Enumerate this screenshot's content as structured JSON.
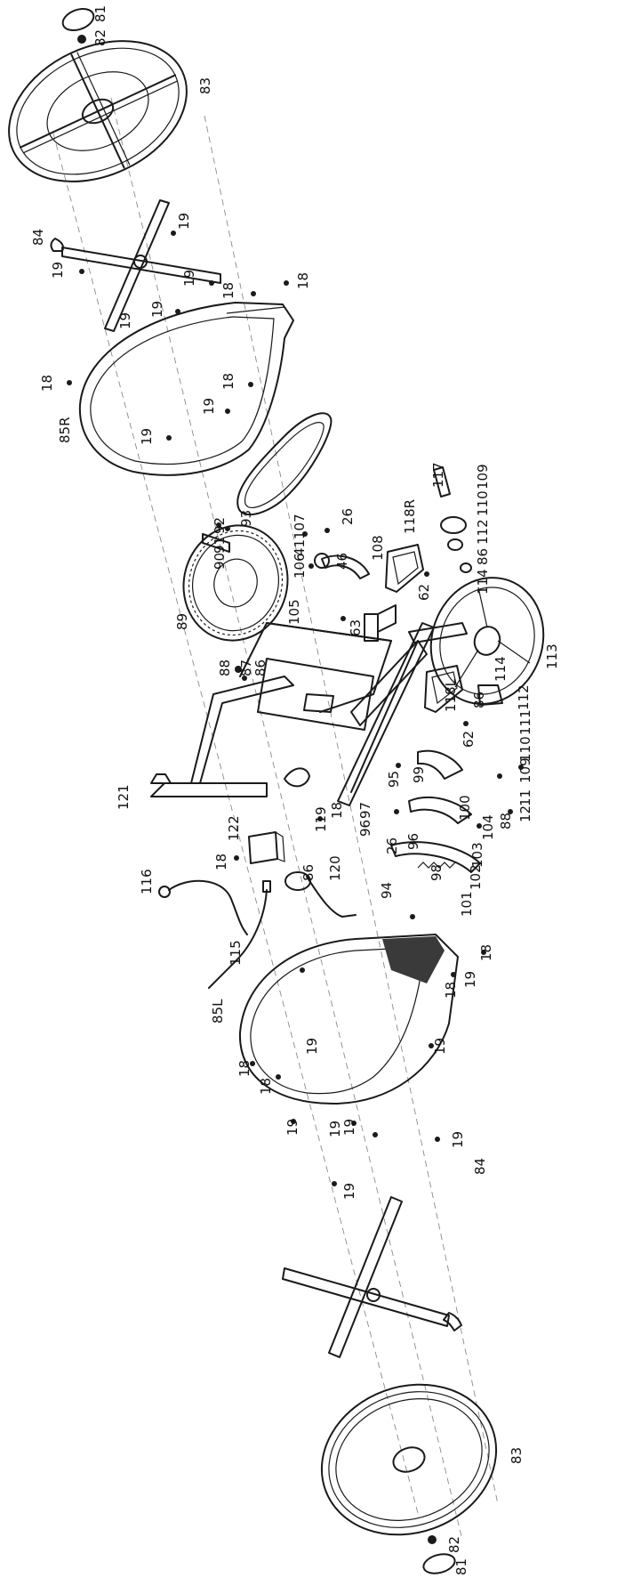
{
  "diagram": {
    "callouts": [
      {
        "id": "c01",
        "text": "81"
      },
      {
        "id": "c02",
        "text": "82"
      },
      {
        "id": "c03",
        "text": "83"
      },
      {
        "id": "c04",
        "text": "84"
      },
      {
        "id": "c05",
        "text": "19"
      },
      {
        "id": "c06",
        "text": "19"
      },
      {
        "id": "c07",
        "text": "19"
      },
      {
        "id": "c08",
        "text": "19"
      },
      {
        "id": "c09",
        "text": "18"
      },
      {
        "id": "c10",
        "text": "18"
      },
      {
        "id": "c11",
        "text": "19"
      },
      {
        "id": "c12",
        "text": "18"
      },
      {
        "id": "c13",
        "text": "18"
      },
      {
        "id": "c14",
        "text": "85R"
      },
      {
        "id": "c15",
        "text": "19"
      },
      {
        "id": "c16",
        "text": "19"
      },
      {
        "id": "c17",
        "text": "93"
      },
      {
        "id": "c18",
        "text": "117"
      },
      {
        "id": "c19",
        "text": "109"
      },
      {
        "id": "c20",
        "text": "110"
      },
      {
        "id": "c21",
        "text": "112"
      },
      {
        "id": "c22",
        "text": "86"
      },
      {
        "id": "c23",
        "text": "114"
      },
      {
        "id": "c24",
        "text": "113"
      },
      {
        "id": "c25",
        "text": "92"
      },
      {
        "id": "c26",
        "text": "91"
      },
      {
        "id": "c27",
        "text": "90"
      },
      {
        "id": "c28",
        "text": "107"
      },
      {
        "id": "c29",
        "text": "41"
      },
      {
        "id": "c30",
        "text": "106"
      },
      {
        "id": "c31",
        "text": "26"
      },
      {
        "id": "c32",
        "text": "46"
      },
      {
        "id": "c33",
        "text": "108"
      },
      {
        "id": "c34",
        "text": "118R"
      },
      {
        "id": "c35",
        "text": "62"
      },
      {
        "id": "c36",
        "text": "89"
      },
      {
        "id": "c37",
        "text": "105"
      },
      {
        "id": "c38",
        "text": "63"
      },
      {
        "id": "c39",
        "text": "88"
      },
      {
        "id": "c40",
        "text": "87"
      },
      {
        "id": "c41",
        "text": "86"
      },
      {
        "id": "c42",
        "text": "114"
      },
      {
        "id": "c43",
        "text": "86"
      },
      {
        "id": "c44",
        "text": "112"
      },
      {
        "id": "c45",
        "text": "111"
      },
      {
        "id": "c46",
        "text": "110"
      },
      {
        "id": "c47",
        "text": "109"
      },
      {
        "id": "c48",
        "text": "11"
      },
      {
        "id": "c49",
        "text": "12"
      },
      {
        "id": "c50",
        "text": "118L"
      },
      {
        "id": "c51",
        "text": "62"
      },
      {
        "id": "c52",
        "text": "121"
      },
      {
        "id": "c53",
        "text": "95"
      },
      {
        "id": "c54",
        "text": "99"
      },
      {
        "id": "c55",
        "text": "100"
      },
      {
        "id": "c56",
        "text": "88"
      },
      {
        "id": "c57",
        "text": "104"
      },
      {
        "id": "c58",
        "text": "103"
      },
      {
        "id": "c59",
        "text": "102"
      },
      {
        "id": "c60",
        "text": "101"
      },
      {
        "id": "c61",
        "text": "122"
      },
      {
        "id": "c62",
        "text": "18"
      },
      {
        "id": "c63",
        "text": "119"
      },
      {
        "id": "c64",
        "text": "18"
      },
      {
        "id": "c65",
        "text": "97"
      },
      {
        "id": "c66",
        "text": "96"
      },
      {
        "id": "c67",
        "text": "96"
      },
      {
        "id": "c68",
        "text": "98"
      },
      {
        "id": "c69",
        "text": "26"
      },
      {
        "id": "c70",
        "text": "94"
      },
      {
        "id": "c71",
        "text": "120"
      },
      {
        "id": "c72",
        "text": "86"
      },
      {
        "id": "c73",
        "text": "116"
      },
      {
        "id": "c74",
        "text": "115"
      },
      {
        "id": "c75",
        "text": "85L"
      },
      {
        "id": "c76",
        "text": "19"
      },
      {
        "id": "c77",
        "text": "18"
      },
      {
        "id": "c78",
        "text": "19"
      },
      {
        "id": "c79",
        "text": "18"
      },
      {
        "id": "c80",
        "text": "19"
      },
      {
        "id": "c81",
        "text": "18"
      },
      {
        "id": "c82",
        "text": "18"
      },
      {
        "id": "c83",
        "text": "19"
      },
      {
        "id": "c84",
        "text": "19"
      },
      {
        "id": "c85",
        "text": "19"
      },
      {
        "id": "c86",
        "text": "19"
      },
      {
        "id": "c87",
        "text": "19"
      },
      {
        "id": "c88",
        "text": "84"
      },
      {
        "id": "c89",
        "text": "83"
      },
      {
        "id": "c90",
        "text": "82"
      },
      {
        "id": "c91",
        "text": "81"
      }
    ]
  }
}
